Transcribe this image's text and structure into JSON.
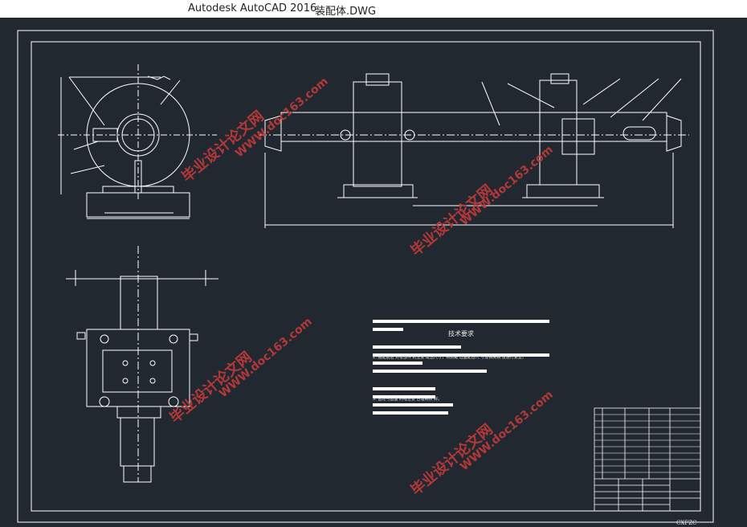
{
  "window": {
    "app_title": "Autodesk AutoCAD 2016",
    "file_name": "装配体.DWG"
  },
  "drawing": {
    "tech_title": "技术要求",
    "note_1": "2. 装配前后 对零部件 的主要 配合尺寸，特别是 过盈配合尺 寸及相关精 度进行复查。",
    "note_2": "5. 齿轮与齿面 的啮合要 合理制校 好。",
    "title_block_code": "CXFZC"
  },
  "watermark": {
    "cn": "毕业设计论文网",
    "url": "WWW.doc163.com"
  },
  "colors": {
    "canvas": "#212830",
    "lines": "#ffffff",
    "watermark": "#c13a3a"
  }
}
